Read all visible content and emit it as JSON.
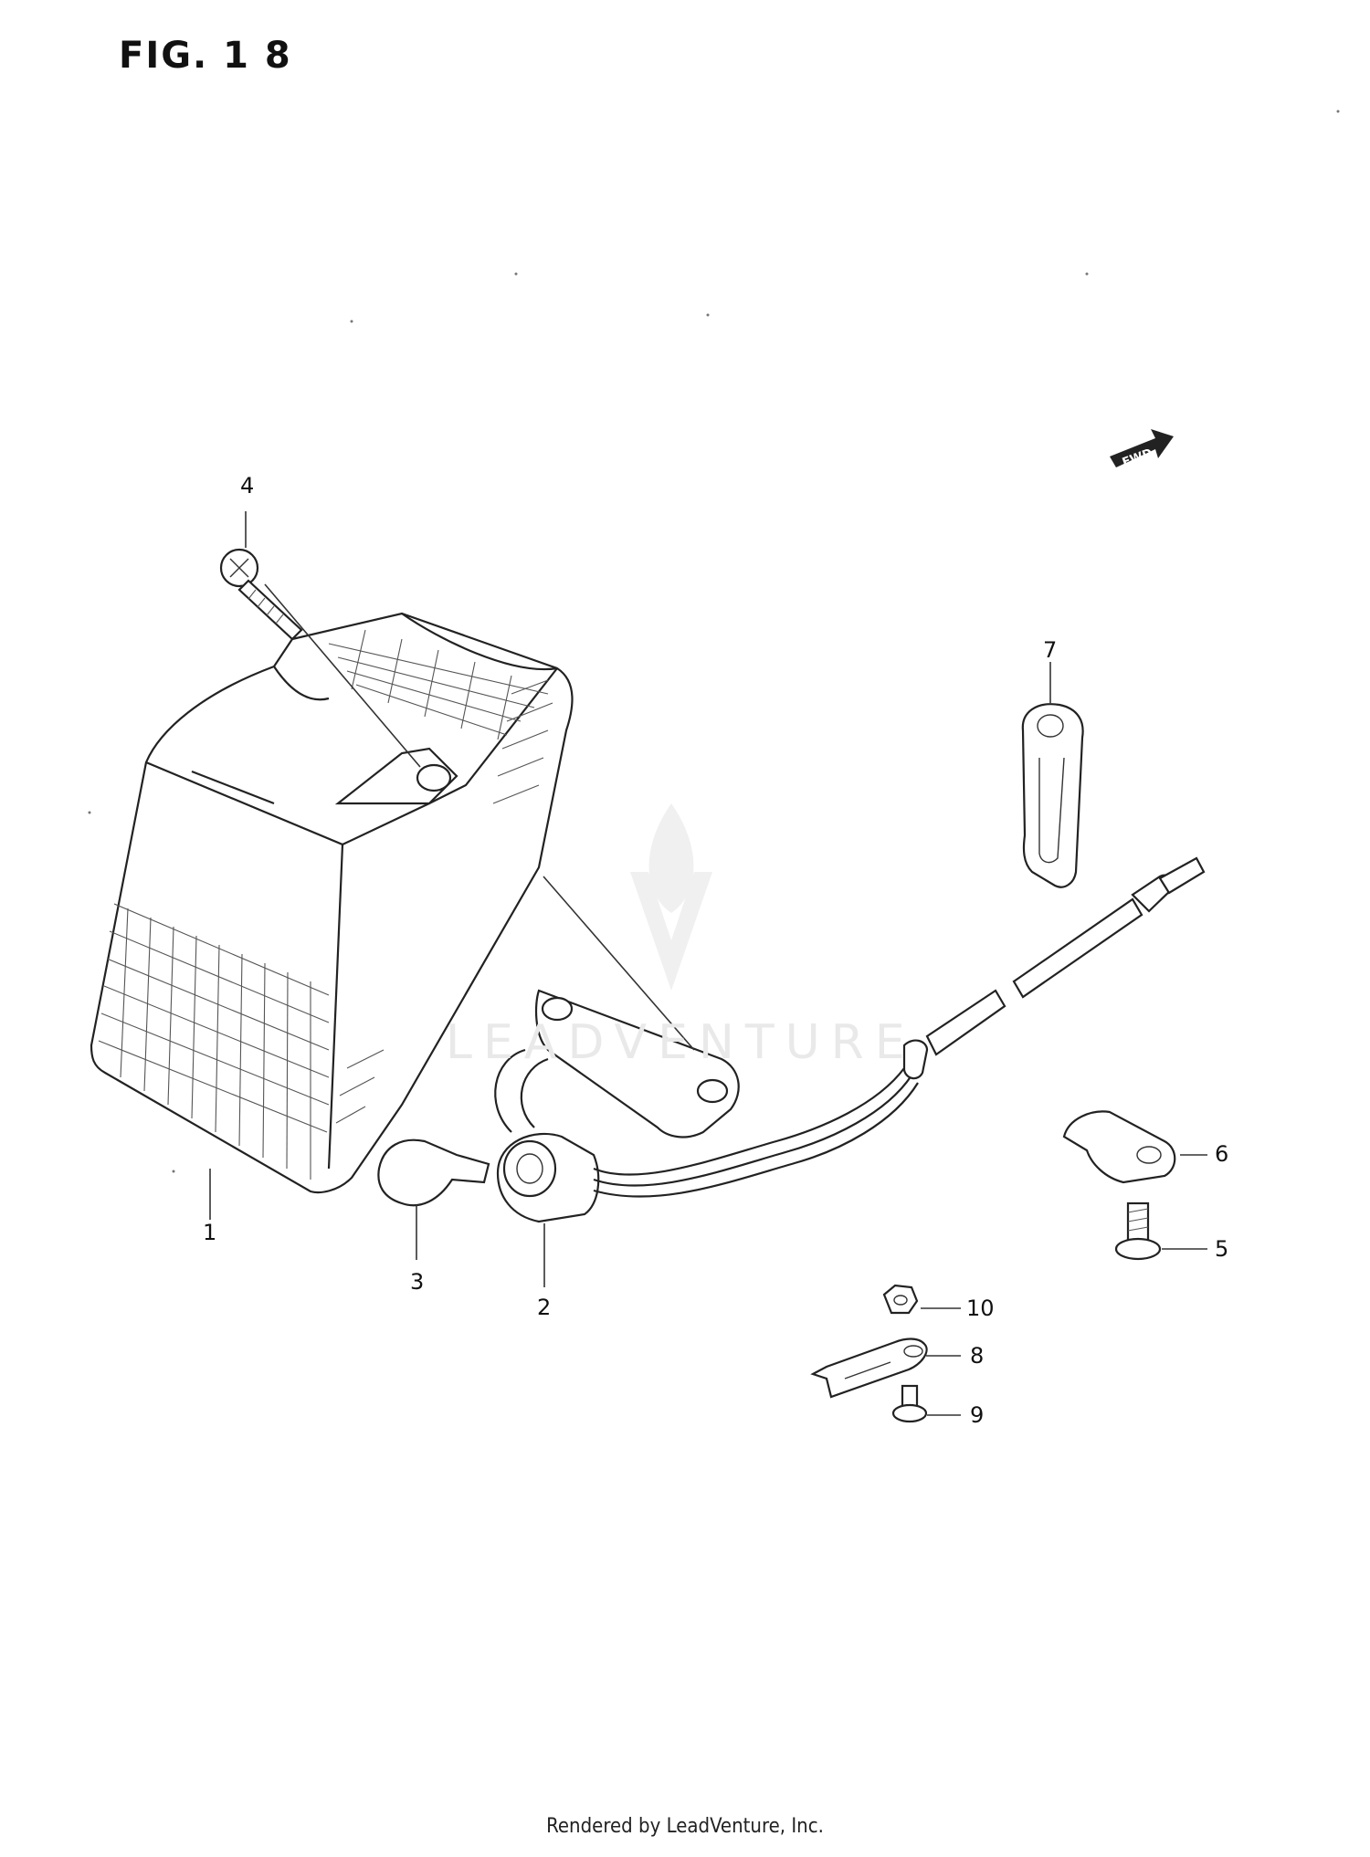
{
  "figure": {
    "title": "FIG. 1 8"
  },
  "footer": {
    "text": "Rendered by LeadVenture, Inc."
  },
  "watermark": {
    "text": "LEADVENTURE",
    "color": "#e9e9e9"
  },
  "front_arrow": {
    "label": "FWD"
  },
  "callouts": [
    {
      "id": "1",
      "label": "1"
    },
    {
      "id": "2",
      "label": "2"
    },
    {
      "id": "3",
      "label": "3"
    },
    {
      "id": "4",
      "label": "4"
    },
    {
      "id": "5",
      "label": "5"
    },
    {
      "id": "6",
      "label": "6"
    },
    {
      "id": "7",
      "label": "7"
    },
    {
      "id": "8",
      "label": "8"
    },
    {
      "id": "9",
      "label": "9"
    },
    {
      "id": "10",
      "label": "10"
    }
  ]
}
